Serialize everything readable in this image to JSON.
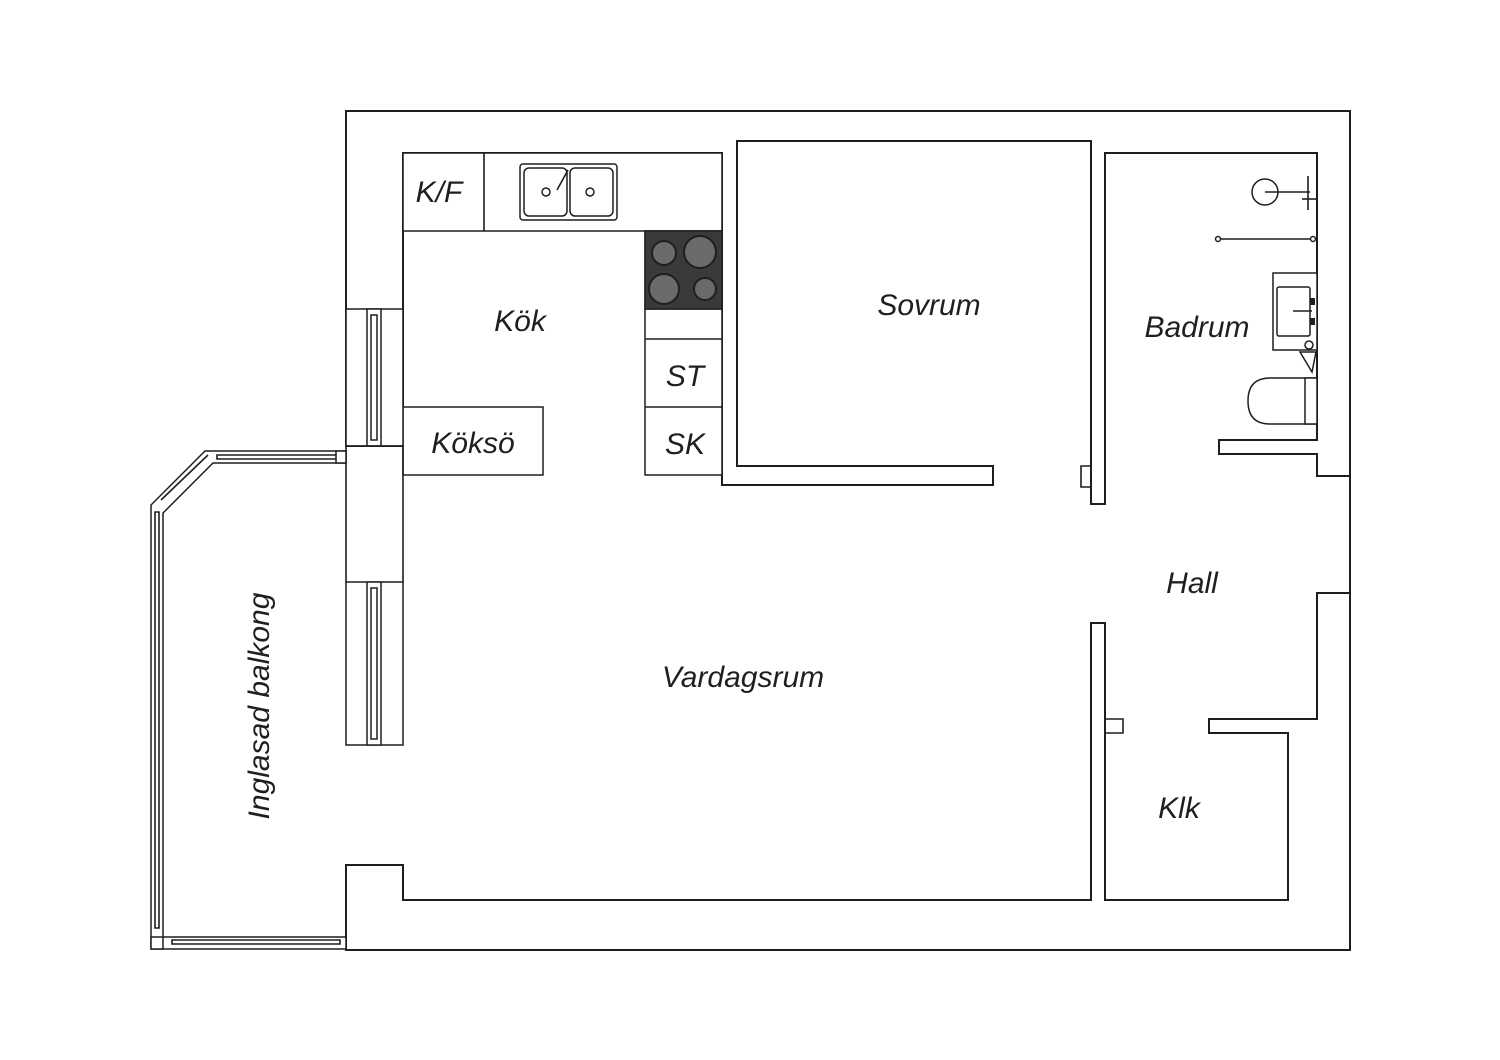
{
  "plan": {
    "rooms": {
      "kitchen": "Kök",
      "fridge_freezer": "K/F",
      "kitchen_island": "Köksö",
      "tall_cabinet": "ST",
      "cabinet": "SK",
      "bedroom": "Sovrum",
      "bathroom": "Badrum",
      "hall": "Hall",
      "living_room": "Vardagsrum",
      "closet": "Klk",
      "balcony": "Inglasad balkong"
    },
    "colors": {
      "line": "#1f1f1f",
      "background": "#ffffff",
      "stove": "#3a3a3a"
    }
  }
}
